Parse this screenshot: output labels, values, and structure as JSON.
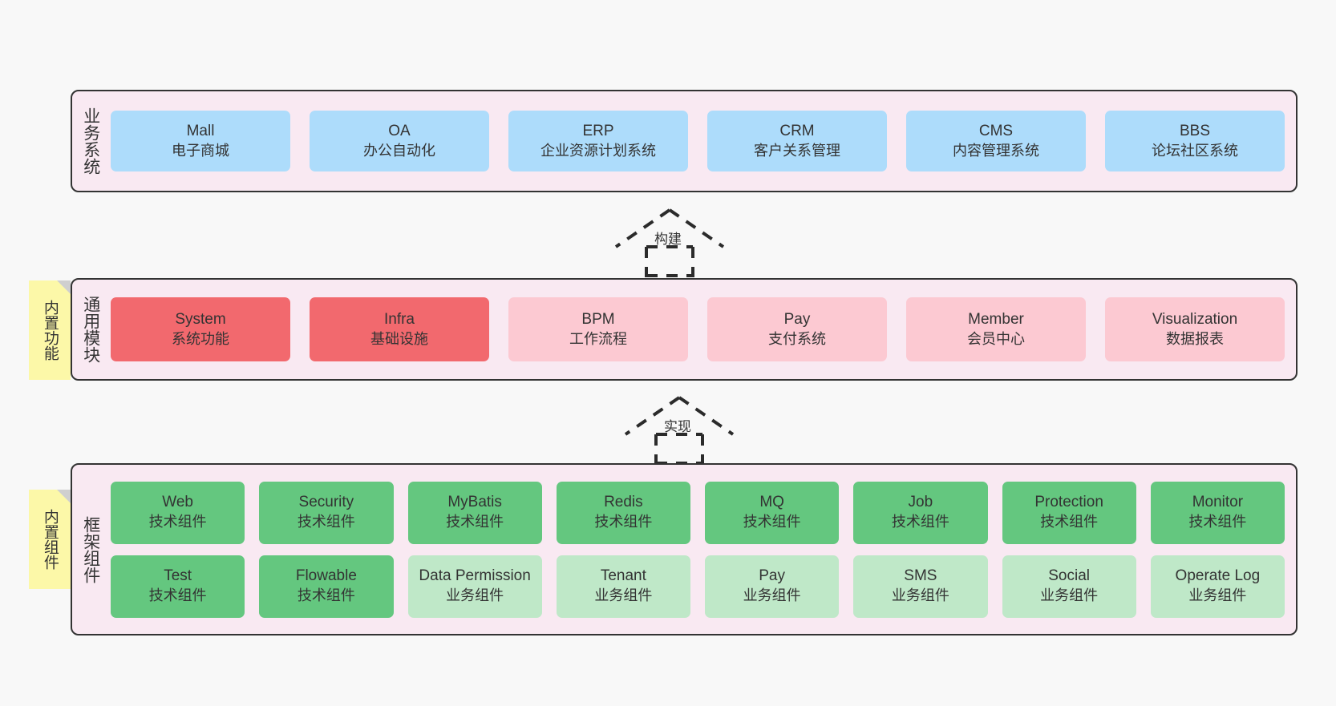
{
  "diagram": {
    "title": "ruoyi-vue-pro architecture layers",
    "colors": {
      "background": "#F8F8F8",
      "layer_bg": "#F9E9F2",
      "layer_border": "#333333",
      "business_card": "#ADDCFB",
      "core_module_card": "#F2696E",
      "module_card": "#FCC9D2",
      "tech_component_card": "#64C77F",
      "biz_component_card": "#BFE8C8",
      "note_bg": "#FCF8A8"
    }
  },
  "layers": [
    {
      "id": "business",
      "title": "业务系统",
      "rows": [
        [
          {
            "en": "Mall",
            "cn": "电子商城",
            "style": "c-blue"
          },
          {
            "en": "OA",
            "cn": "办公自动化",
            "style": "c-blue"
          },
          {
            "en": "ERP",
            "cn": "企业资源计划系统",
            "style": "c-blue"
          },
          {
            "en": "CRM",
            "cn": "客户关系管理",
            "style": "c-blue"
          },
          {
            "en": "CMS",
            "cn": "内容管理系统",
            "style": "c-blue"
          },
          {
            "en": "BBS",
            "cn": "论坛社区系统",
            "style": "c-blue"
          }
        ]
      ]
    },
    {
      "id": "common",
      "title": "通用模块",
      "rows": [
        [
          {
            "en": "System",
            "cn": "系统功能",
            "style": "c-red"
          },
          {
            "en": "Infra",
            "cn": "基础设施",
            "style": "c-red"
          },
          {
            "en": "BPM",
            "cn": "工作流程",
            "style": "c-pink"
          },
          {
            "en": "Pay",
            "cn": "支付系统",
            "style": "c-pink"
          },
          {
            "en": "Member",
            "cn": "会员中心",
            "style": "c-pink"
          },
          {
            "en": "Visualization",
            "cn": "数据报表",
            "style": "c-pink"
          }
        ]
      ]
    },
    {
      "id": "framework",
      "title": "框架组件",
      "rows": [
        [
          {
            "en": "Web",
            "cn": "技术组件",
            "style": "c-green"
          },
          {
            "en": "Security",
            "cn": "技术组件",
            "style": "c-green"
          },
          {
            "en": "MyBatis",
            "cn": "技术组件",
            "style": "c-green"
          },
          {
            "en": "Redis",
            "cn": "技术组件",
            "style": "c-green"
          },
          {
            "en": "MQ",
            "cn": "技术组件",
            "style": "c-green"
          },
          {
            "en": "Job",
            "cn": "技术组件",
            "style": "c-green"
          },
          {
            "en": "Protection",
            "cn": "技术组件",
            "style": "c-green"
          },
          {
            "en": "Monitor",
            "cn": "技术组件",
            "style": "c-green"
          }
        ],
        [
          {
            "en": "Test",
            "cn": "技术组件",
            "style": "c-green"
          },
          {
            "en": "Flowable",
            "cn": "技术组件",
            "style": "c-green"
          },
          {
            "en": "Data Permission",
            "cn": "业务组件",
            "style": "c-lgreen"
          },
          {
            "en": "Tenant",
            "cn": "业务组件",
            "style": "c-lgreen"
          },
          {
            "en": "Pay",
            "cn": "业务组件",
            "style": "c-lgreen"
          },
          {
            "en": "SMS",
            "cn": "业务组件",
            "style": "c-lgreen"
          },
          {
            "en": "Social",
            "cn": "业务组件",
            "style": "c-lgreen"
          },
          {
            "en": "Operate Log",
            "cn": "业务组件",
            "style": "c-lgreen"
          }
        ]
      ]
    }
  ],
  "notes": [
    {
      "id": "builtin-func",
      "text": "内置功能"
    },
    {
      "id": "builtin-comp",
      "text": "内置组件"
    }
  ],
  "arrows": [
    {
      "id": "build",
      "label": "构建"
    },
    {
      "id": "impl",
      "label": "实现"
    }
  ]
}
